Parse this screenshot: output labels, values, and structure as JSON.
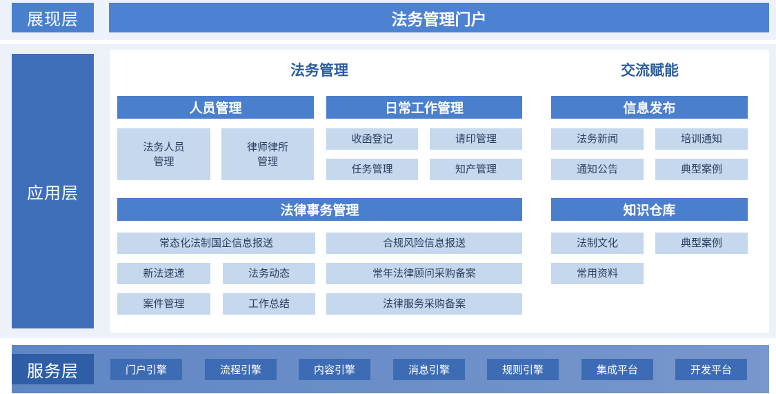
{
  "presentation_layer": {
    "label": "展现层",
    "portal_title": "法务管理门户"
  },
  "application_layer": {
    "label": "应用层",
    "legal_management": {
      "title": "法务管理",
      "personnel": {
        "header": "人员管理",
        "items": [
          "法务人员\n管理",
          "律师律所\n管理"
        ]
      },
      "daily_work": {
        "header": "日常工作管理",
        "items": [
          "收函登记",
          "请印管理",
          "任务管理",
          "知产管理"
        ]
      },
      "legal_affairs": {
        "header": "法律事务管理",
        "items": [
          "常态化法制国企信息报送",
          "合规风险信息报送",
          "新法速递",
          "法务动态",
          "常年法律顾问采购备案",
          "案件管理",
          "工作总结",
          "法律服务采购备案"
        ]
      }
    },
    "exchange": {
      "title": "交流赋能",
      "info_release": {
        "header": "信息发布",
        "items": [
          "法务新闻",
          "培训通知",
          "通知公告",
          "典型案例"
        ]
      },
      "knowledge_base": {
        "header": "知识仓库",
        "items": [
          "法制文化",
          "典型案例",
          "常用资料"
        ]
      }
    }
  },
  "service_layer": {
    "label": "服务层",
    "items": [
      "门户引擎",
      "流程引擎",
      "内容引擎",
      "消息引擎",
      "规则引擎",
      "集成平台",
      "开发平台"
    ]
  },
  "colors": {
    "layer_label": "#3c6db8",
    "bar": "#4a7fcd",
    "cell": "#c5d8ee",
    "band": "#edf2fa",
    "service_band": "#6f92c9"
  }
}
